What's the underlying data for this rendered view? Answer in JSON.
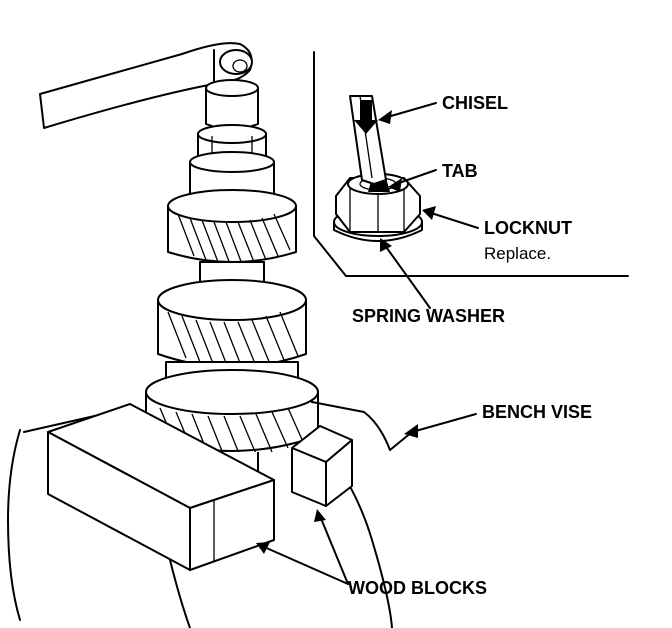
{
  "labels": {
    "chisel": "CHISEL",
    "tab": "TAB",
    "locknut": "LOCKNUT",
    "locknut_note": "Replace.",
    "spring_washer": "SPRING WASHER",
    "bench_vise": "BENCH VISE",
    "wood_blocks": "WOOD BLOCKS"
  },
  "colors": {
    "ink": "#000000",
    "paper": "#ffffff"
  }
}
